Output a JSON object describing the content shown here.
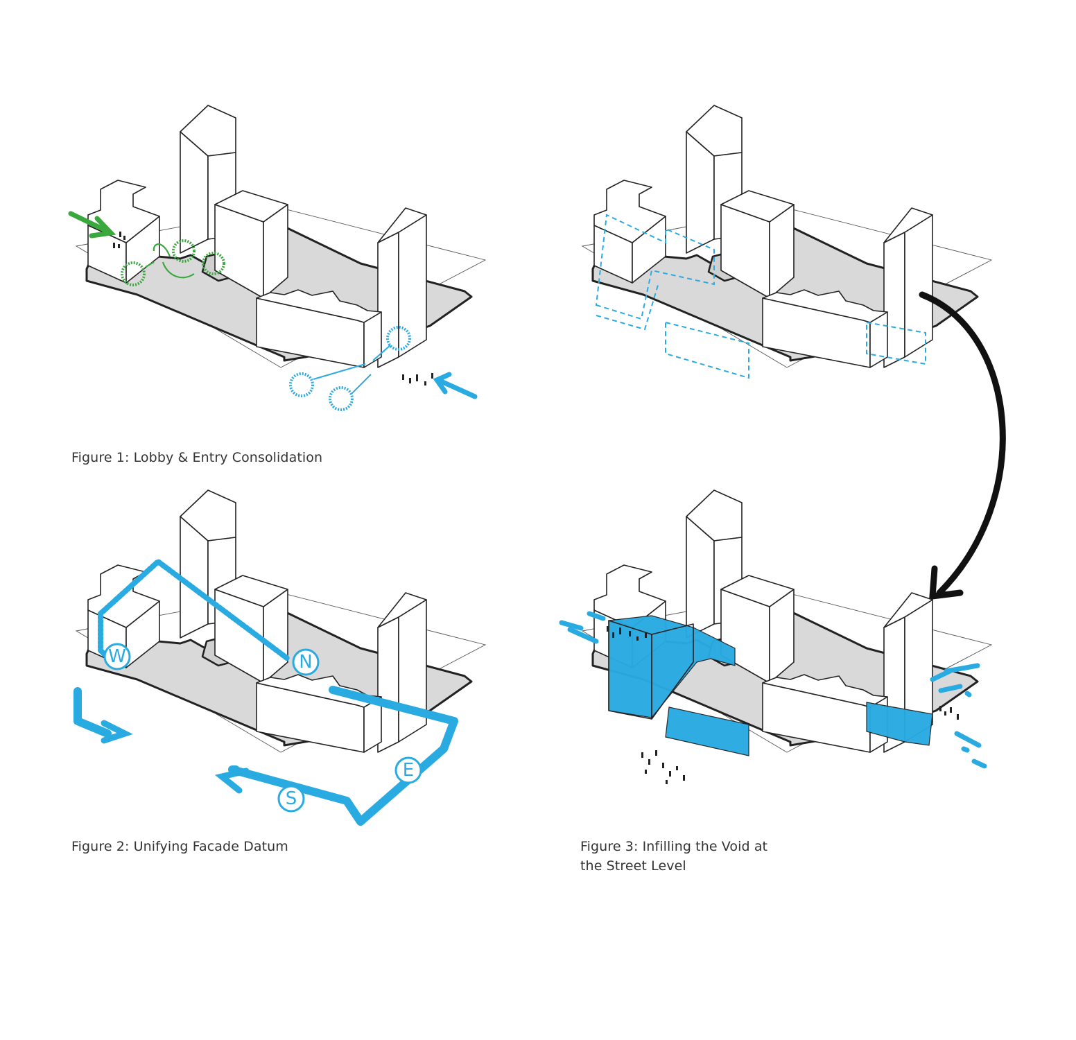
{
  "figures": [
    {
      "caption": "Figure 1: Lobby & Entry Consolidation",
      "accent_colors": [
        "#3aa83d",
        "#29aae1"
      ]
    },
    {
      "caption": "Figure 2: Unifying Facade Datum",
      "accent_colors": [
        "#29aae1"
      ],
      "compass": [
        "W",
        "N",
        "E",
        "S"
      ]
    },
    {
      "caption_line1": "Figure 3: Infilling the Void at",
      "caption_line2": "the Street Level",
      "accent_colors": [
        "#29aae1"
      ]
    }
  ],
  "colors": {
    "green": "#3aa83d",
    "blue": "#29aae1",
    "ground": "#d9d9d9",
    "line": "#222222"
  },
  "icons": [
    "arrow-icon",
    "lobby-circle-icon",
    "compass-letter-icon",
    "transition-arrow-icon",
    "pedestrian-dots-icon"
  ]
}
